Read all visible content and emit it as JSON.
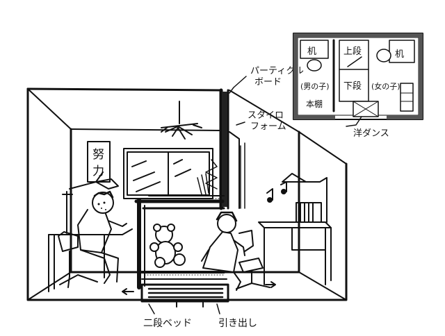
{
  "floor_plan": {
    "desk_left": "机",
    "desk_right": "机",
    "upper_bunk": "上段",
    "lower_bunk": "下段",
    "boy": "(男の子)",
    "girl": "(女の子)",
    "bookshelf": "本棚"
  },
  "callouts": {
    "particle_board": [
      "パーティクル",
      "ボード"
    ],
    "styrofoam": [
      "スタイロ",
      "フォーム"
    ],
    "wardrobe": "洋ダンス",
    "bunk_bed": "二段ベッド",
    "drawer": "引き出し"
  },
  "wall_poster": [
    "努",
    "力"
  ]
}
